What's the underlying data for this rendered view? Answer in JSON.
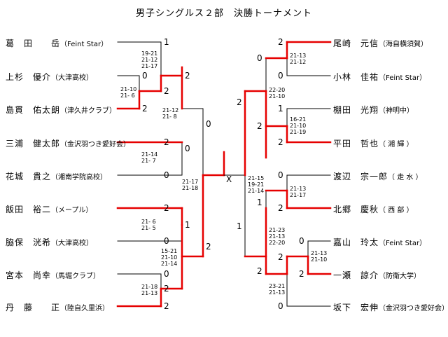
{
  "title": "男子シングルス２部　決勝トーナメント",
  "left_players": [
    {
      "name": "葛　田　　岳",
      "club": "（Feint Star）"
    },
    {
      "name": "上杉　優介",
      "club": "（大津高校）"
    },
    {
      "name": "島貫　佑太朗",
      "club": "（津久井クラブ）"
    },
    {
      "name": "三浦　健太郎",
      "club": "（金沢羽つき愛好会）"
    },
    {
      "name": "花城　貴之",
      "club": "（湘南学院高校）"
    },
    {
      "name": "飯田　裕二",
      "club": "（メープル）"
    },
    {
      "name": "脇保　洸希",
      "club": "（大津高校）"
    },
    {
      "name": "宮本　尚幸",
      "club": "（馬堀クラブ）"
    },
    {
      "name": "丹　藤　　正",
      "club": "（陸自久里浜）"
    }
  ],
  "right_players": [
    {
      "name": "尾崎　元信",
      "club": "（海自横須賀）"
    },
    {
      "name": "小林　佳祐",
      "club": "（Feint Star）"
    },
    {
      "name": "棚田　光翔",
      "club": "（神明中）"
    },
    {
      "name": "平田　哲也",
      "club": "（ 湘 輝 ）"
    },
    {
      "name": "渡辺　宗一郎",
      "club": "（ 走 水 ）"
    },
    {
      "name": "北郷　慶秋",
      "club": "（ 西 部 ）"
    },
    {
      "name": "嘉山　玲太",
      "club": "（Feint Star）"
    },
    {
      "name": "一瀬　諒介",
      "club": "（防衛大学）"
    },
    {
      "name": "坂下　宏伸",
      "club": "（金沢羽つき愛好会）"
    }
  ],
  "numbers": [
    "1",
    "0",
    "2",
    "2",
    "2",
    "0",
    "2",
    "0",
    "2",
    "0",
    "2",
    "2",
    "1",
    "0",
    "2",
    "0",
    "2",
    "X",
    "2",
    "0",
    "0",
    "2",
    "1",
    "2",
    "2",
    "0",
    "2",
    "1",
    "1",
    "0",
    "2",
    "2",
    "0",
    "2",
    "1"
  ],
  "scores": [
    "19-21\n21-12\n21-17",
    "21-10\n21- 6",
    "21-12\n21- 8",
    "21-14\n21- 7",
    "21-17\n21-18",
    "21- 6\n21- 5",
    "15-21\n21-10\n21-14",
    "21-18\n21-13",
    "21-13\n21-12",
    "22-20\n21-10",
    "16-21\n21-10\n21-19",
    "21-15\n19-21\n21-14",
    "21-13\n21-17",
    "21-23\n21-13\n22-20",
    "21-13\n21-10",
    "23-21\n21-13"
  ]
}
